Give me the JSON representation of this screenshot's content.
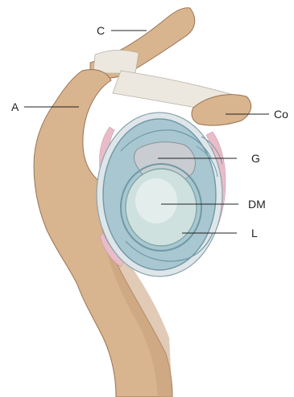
{
  "labels": {
    "c": "C",
    "a": "A",
    "co": "Co",
    "g": "G",
    "dm": "DM",
    "l": "L"
  },
  "colors": {
    "bone": "#d8b48f",
    "bone_shadow": "#b98d66",
    "bone_outline": "#9a7454",
    "ligament": "#ece8df",
    "capsule_rim": "#dfe6ea",
    "glenoid_blue": "#a8c7d0",
    "glenoid_dark": "#6f99a5",
    "cartilage_grey": "#c9cdd1",
    "dm_green": "#cfe1de",
    "pink": "#e9bcc8",
    "leader": "#222222"
  }
}
